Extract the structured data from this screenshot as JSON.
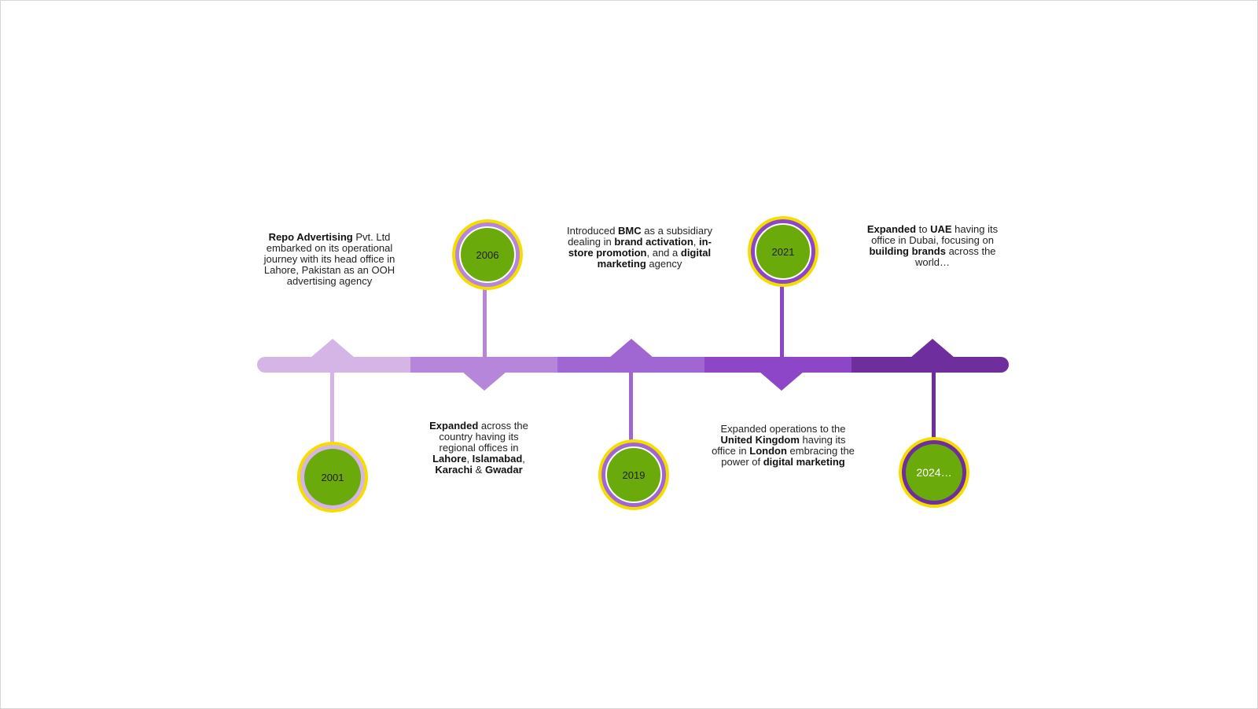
{
  "timeline": {
    "colors": {
      "seg1": "#d4b5e6",
      "seg2": "#b586d9",
      "seg3": "#a066d1",
      "seg4": "#8d46c8",
      "seg5": "#6e2e9e",
      "node_fill": "#6aaa0b",
      "node_halo": "#f6dd00"
    },
    "milestones": [
      {
        "year": "2001",
        "parts": [
          {
            "t": "Repo Advertising",
            "b": true
          },
          {
            "t": " Pvt. Ltd embarked on its operational journey with its head office in Lahore, Pakistan as an OOH advertising agency",
            "b": false
          }
        ]
      },
      {
        "year": "2006",
        "parts": [
          {
            "t": "Expanded",
            "b": true
          },
          {
            "t": " across the country having its regional offices in ",
            "b": false
          },
          {
            "t": "Lahore",
            "b": true
          },
          {
            "t": ", ",
            "b": false
          },
          {
            "t": "Islamabad",
            "b": true
          },
          {
            "t": ", ",
            "b": false
          },
          {
            "t": "Karachi",
            "b": true
          },
          {
            "t": " & ",
            "b": false
          },
          {
            "t": "Gwadar",
            "b": true
          }
        ]
      },
      {
        "year": "2019",
        "parts": [
          {
            "t": "Introduced ",
            "b": false
          },
          {
            "t": "BMC",
            "b": true
          },
          {
            "t": " as a subsidiary dealing in ",
            "b": false
          },
          {
            "t": "brand activation",
            "b": true
          },
          {
            "t": ", ",
            "b": false
          },
          {
            "t": "in-store promotion",
            "b": true
          },
          {
            "t": ", and a ",
            "b": false
          },
          {
            "t": "digital marketing",
            "b": true
          },
          {
            "t": " agency",
            "b": false
          }
        ]
      },
      {
        "year": "2021",
        "parts": [
          {
            "t": "Expanded operations to the ",
            "b": false
          },
          {
            "t": "United Kingdom",
            "b": true
          },
          {
            "t": " having its office in ",
            "b": false
          },
          {
            "t": "London",
            "b": true
          },
          {
            "t": " embracing the power of ",
            "b": false
          },
          {
            "t": "digital marketing",
            "b": true
          }
        ]
      },
      {
        "year": "2024…",
        "parts": [
          {
            "t": "Expanded",
            "b": true
          },
          {
            "t": " to ",
            "b": false
          },
          {
            "t": "UAE",
            "b": true
          },
          {
            "t": " having its office in Dubai, focusing on ",
            "b": false
          },
          {
            "t": "building brands",
            "b": true
          },
          {
            "t": " across the world…",
            "b": false
          }
        ]
      }
    ]
  }
}
